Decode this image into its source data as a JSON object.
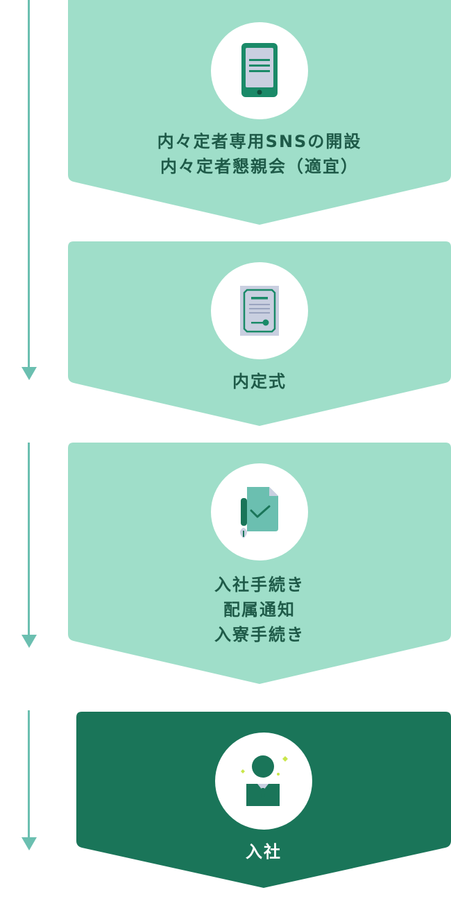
{
  "colors": {
    "panel": "#9fdec9",
    "panel_final": "#1a7559",
    "arrow": "#6bbfb0",
    "text_dark": "#1e5a48",
    "text_light": "#ffffff"
  },
  "steps": [
    {
      "icon": "smartphone-icon",
      "lines": [
        "内々定者専用SNSの開設",
        "内々定者懇親会（適宜）"
      ]
    },
    {
      "icon": "certificate-icon",
      "lines": [
        "内定式"
      ]
    },
    {
      "icon": "signed-document-icon",
      "lines": [
        "入社手続き",
        "配属通知",
        "入寮手続き"
      ]
    },
    {
      "icon": "new-employee-icon",
      "lines": [
        "入社"
      ]
    }
  ]
}
